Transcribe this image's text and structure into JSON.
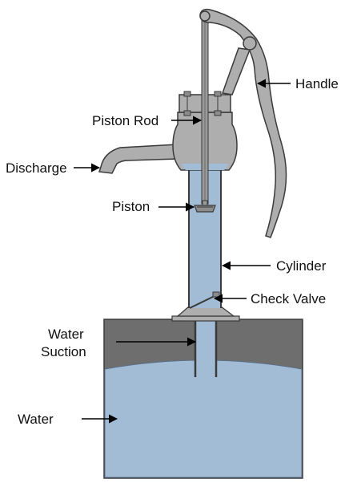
{
  "labels": {
    "handle": "Handle",
    "piston_rod": "Piston Rod",
    "discharge": "Discharge",
    "piston": "Piston",
    "cylinder": "Cylinder",
    "check_valve": "Check Valve",
    "water_suction_line1": "Water",
    "water_suction_line2": "Suction",
    "water": "Water"
  },
  "colors": {
    "metal": "#aeaeae",
    "metal_dark": "#8c8c8c",
    "outline": "#3a3a3a",
    "water": "#a3bcd6",
    "water_dark": "#8fa9c6",
    "ground": "#6e6e6e",
    "arrow": "#000000"
  }
}
